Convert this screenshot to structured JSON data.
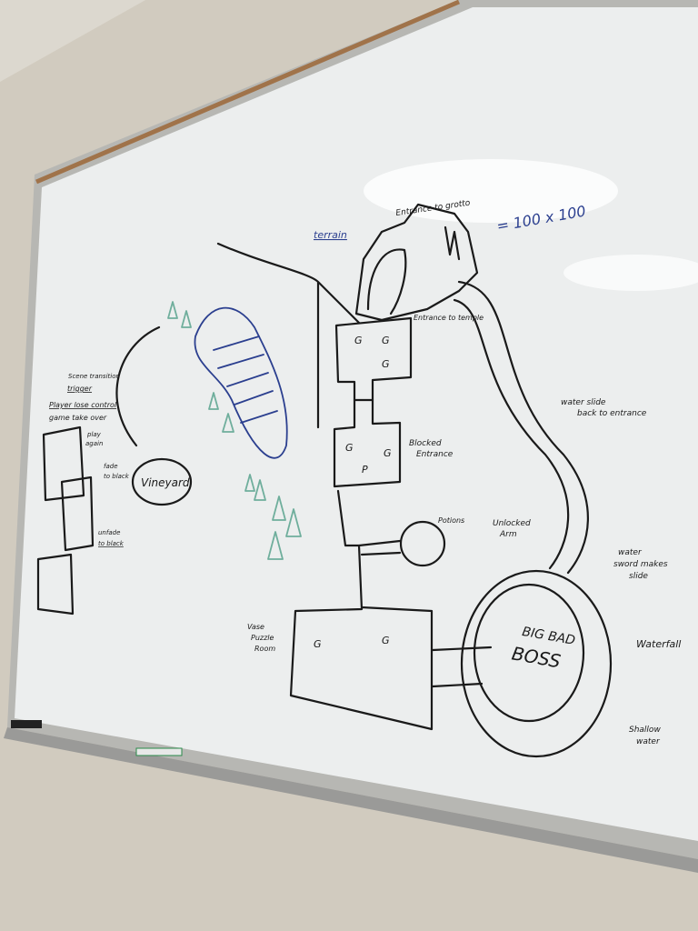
{
  "whiteboard": {
    "grotto_label": "Entrance to grotto",
    "size_label": "= 100 x 100",
    "terrain_label": "terrain",
    "temple_label": "Entrance to temple",
    "slide_label_1": "water slide",
    "slide_label_2": "back to entrance",
    "blocked_label_1": "Blocked",
    "blocked_label_2": "Entrance",
    "potions_label": "Potions",
    "vineyard_label": "Vineyard",
    "unlocked_label_1": "Unlocked",
    "unlocked_label_2": "Arm",
    "sword_label_1": "water",
    "sword_label_2": "sword makes",
    "sword_label_3": "slide",
    "waterfall_label": "Waterfall",
    "shallow_label_1": "Shallow",
    "shallow_label_2": "water",
    "boss_label_1": "BIG BAD",
    "boss_label_2": "BOSS",
    "vase_label_1": "Vase",
    "vase_label_2": "Puzzle",
    "vase_label_3": "Room",
    "scene_label_1": "Scene transition",
    "scene_label_2": "trigger",
    "scene_label_3": "Player lose control",
    "scene_label_4": "game take over",
    "play_label_1": "play",
    "play_label_2": "again",
    "fade_label_1": "fade",
    "fade_label_2": "to black",
    "unfade_label_1": "unfade",
    "unfade_label_2": "to black",
    "room_marker_g": "G",
    "room_marker_p": "P"
  },
  "colors": {
    "wall": "#cfc9bd",
    "board": "#eceeee",
    "ink": "#1a1a1a",
    "blue": "#2b3f8f",
    "green": "#6fae9c"
  }
}
